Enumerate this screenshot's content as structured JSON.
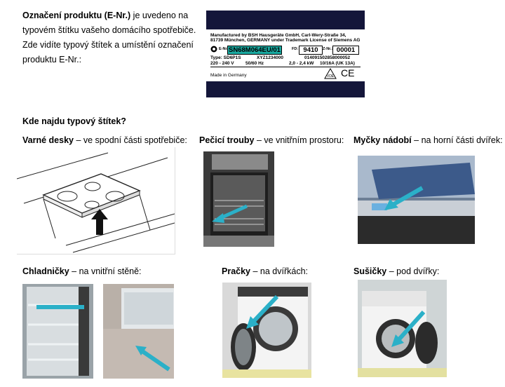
{
  "intro": {
    "title_bold": "Označení produktu (E-Nr.)",
    "line1_rest": " je uvedeno na",
    "line2": "typovém štítku vašeho domácího spotřebiče.",
    "line3": "Zde vidíte typový štítek a umístění označení",
    "line4": "produktu E-Nr.:"
  },
  "plate": {
    "manufacturer_1": "Manufactured by BSH Hausgeräte GmbH, Carl-Wery-Straße 34,",
    "manufacturer_2": "81739 München, GERMANY under Trademark License of Siemens AG",
    "enr_label": "E-Nr.",
    "enr_value": "SN68M064EU/01",
    "fd_label": "FD:",
    "fd_value": "9410",
    "z_label": "Z-Nr.:",
    "z_value": "00001",
    "type_label": "Type: SD6P1S",
    "serial": "XYZ1234000",
    "barcode_num": "014091502858000052",
    "voltage": "220 - 240 V",
    "frequency": "50/60 Hz",
    "power": "2,0 - 2,4 kW",
    "fuse": "10/16A (UK 13A)",
    "made_in": "Made in Germany",
    "ce": "CE"
  },
  "section_title": "Kde najdu typový štítek?",
  "captions": {
    "hobs_bold": "Varné desky",
    "hobs_rest": " – ve spodní části spotřebiče:",
    "ovens_bold": "Pečicí trouby",
    "ovens_rest": " – ve vnitřním prostoru:",
    "dish_bold": "Myčky nádobí",
    "dish_rest": " – na horní části dvířek:",
    "fridge_bold": "Chladničky",
    "fridge_rest": " – na vnitřní stěně:",
    "washer_bold": "Pračky",
    "washer_rest": " – na dvířkách:",
    "dryer_bold": "Sušičky",
    "dryer_rest": " – pod dvířky:"
  },
  "colors": {
    "plate_frame": "#14163a",
    "enr_highlight": "#1aa9a0",
    "arrow": "#2bb0c8"
  }
}
